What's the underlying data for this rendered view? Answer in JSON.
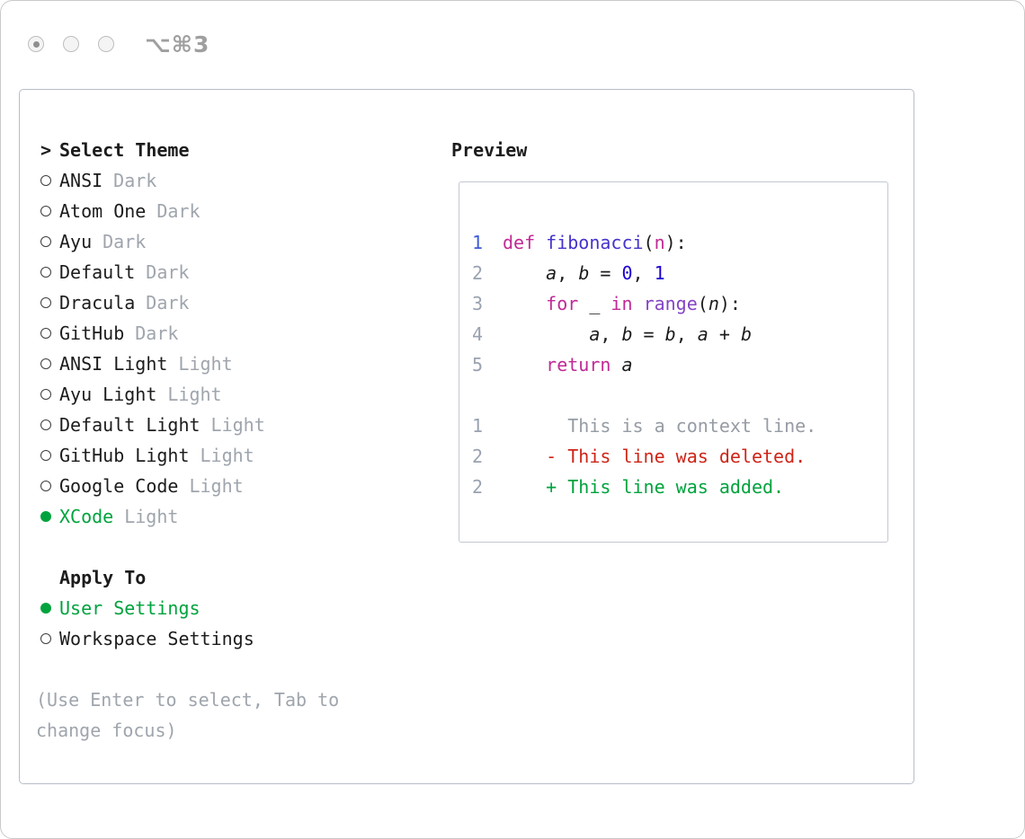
{
  "window": {
    "controls": [
      {
        "state": "active"
      },
      {
        "state": "inactive"
      },
      {
        "state": "inactive"
      }
    ],
    "shortcut": "⌥⌘3"
  },
  "selector": {
    "prefix": ">",
    "title": "Select Theme",
    "themes": [
      {
        "name": "ANSI",
        "variant": "Dark",
        "selected": false
      },
      {
        "name": "Atom One",
        "variant": "Dark",
        "selected": false
      },
      {
        "name": "Ayu",
        "variant": "Dark",
        "selected": false
      },
      {
        "name": "Default",
        "variant": "Dark",
        "selected": false
      },
      {
        "name": "Dracula",
        "variant": "Dark",
        "selected": false
      },
      {
        "name": "GitHub",
        "variant": "Dark",
        "selected": false
      },
      {
        "name": "ANSI Light",
        "variant": "Light",
        "selected": false
      },
      {
        "name": "Ayu Light",
        "variant": "Light",
        "selected": false
      },
      {
        "name": "Default Light",
        "variant": "Light",
        "selected": false
      },
      {
        "name": "GitHub Light",
        "variant": "Light",
        "selected": false
      },
      {
        "name": "Google Code",
        "variant": "Light",
        "selected": false
      },
      {
        "name": "XCode",
        "variant": "Light",
        "selected": true
      }
    ],
    "apply_to": {
      "title": "Apply To",
      "options": [
        {
          "name": "User Settings",
          "selected": true
        },
        {
          "name": "Workspace Settings",
          "selected": false
        }
      ]
    },
    "hint": "(Use Enter to select, Tab to change focus)"
  },
  "preview": {
    "title": "Preview",
    "lines": [
      {
        "num": "1",
        "accent": true,
        "tokens": [
          {
            "t": "def",
            "c": "keyword"
          },
          {
            "t": " "
          },
          {
            "t": "fibonacci",
            "c": "function"
          },
          {
            "t": "("
          },
          {
            "t": "n",
            "c": "keyword"
          },
          {
            "t": "):"
          }
        ]
      },
      {
        "num": "2",
        "tokens": [
          {
            "t": "    "
          },
          {
            "t": "a",
            "i": true
          },
          {
            "t": ", "
          },
          {
            "t": "b",
            "i": true
          },
          {
            "t": " = "
          },
          {
            "t": "0",
            "c": "number"
          },
          {
            "t": ", "
          },
          {
            "t": "1",
            "c": "number"
          }
        ]
      },
      {
        "num": "3",
        "tokens": [
          {
            "t": "    "
          },
          {
            "t": "for",
            "c": "keyword"
          },
          {
            "t": " _ "
          },
          {
            "t": "in",
            "c": "keyword"
          },
          {
            "t": " "
          },
          {
            "t": "range",
            "c": "call"
          },
          {
            "t": "("
          },
          {
            "t": "n",
            "i": true
          },
          {
            "t": "):"
          }
        ]
      },
      {
        "num": "4",
        "tokens": [
          {
            "t": "        "
          },
          {
            "t": "a",
            "i": true
          },
          {
            "t": ", "
          },
          {
            "t": "b",
            "i": true
          },
          {
            "t": " = "
          },
          {
            "t": "b",
            "i": true
          },
          {
            "t": ", "
          },
          {
            "t": "a",
            "i": true
          },
          {
            "t": " + "
          },
          {
            "t": "b",
            "i": true
          }
        ]
      },
      {
        "num": "5",
        "tokens": [
          {
            "t": "    "
          },
          {
            "t": "return",
            "c": "keyword"
          },
          {
            "t": " "
          },
          {
            "t": "a",
            "i": true
          }
        ]
      },
      {
        "num": "",
        "tokens": []
      },
      {
        "num": "1",
        "tokens": [
          {
            "t": "      This is a context line.",
            "c": "context"
          }
        ]
      },
      {
        "num": "2",
        "tokens": [
          {
            "t": "    - This line was deleted.",
            "c": "deleted"
          }
        ]
      },
      {
        "num": "2",
        "tokens": [
          {
            "t": "    + This line was added.",
            "c": "added"
          }
        ]
      }
    ]
  },
  "colors": {
    "keyword": "#c02a96",
    "function": "#4433cc",
    "number": "#1c00cf",
    "call": "#8444c4",
    "context": "#969ca4",
    "deleted": "#ce2518",
    "added": "#00a33e",
    "line_number": "#99a2b0",
    "line_number_active": "#3e5bd8",
    "selected_green": "#00a33e",
    "muted_gray": "#9fa5ad",
    "panel_border": "#b7bdc7",
    "preview_border": "#c3c9d1"
  }
}
